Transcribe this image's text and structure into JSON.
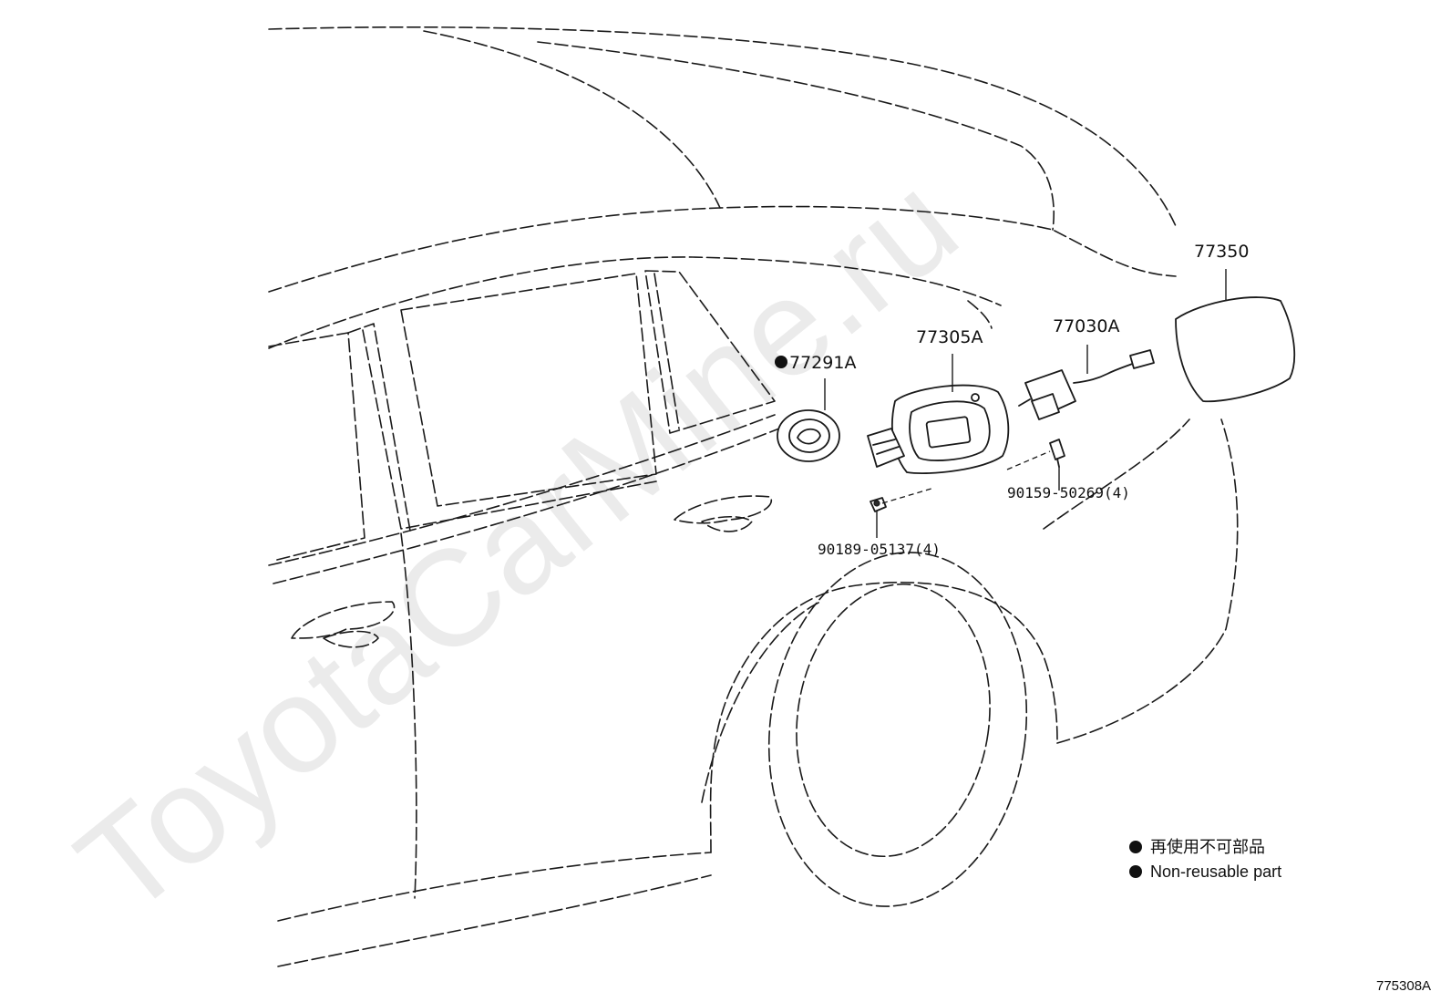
{
  "watermark": "ToyotaCarMine.ru",
  "callouts": {
    "fuel_lid": "77350",
    "fuel_inlet_box": "77305A",
    "lid_opener_actuator": "77030A",
    "inlet_gasket": "77291A",
    "screw_a": "90159-50269(4)",
    "screw_b": "90189-05137(4)"
  },
  "legend": {
    "items": [
      {
        "symbol": "●",
        "text": "再使用不可部品"
      },
      {
        "symbol": "●",
        "text": "Non-reusable part"
      }
    ]
  },
  "figure_id": "775308A",
  "colors": {
    "line": "#1a1a1a",
    "watermark": "#ebebeb",
    "background": "#ffffff"
  }
}
